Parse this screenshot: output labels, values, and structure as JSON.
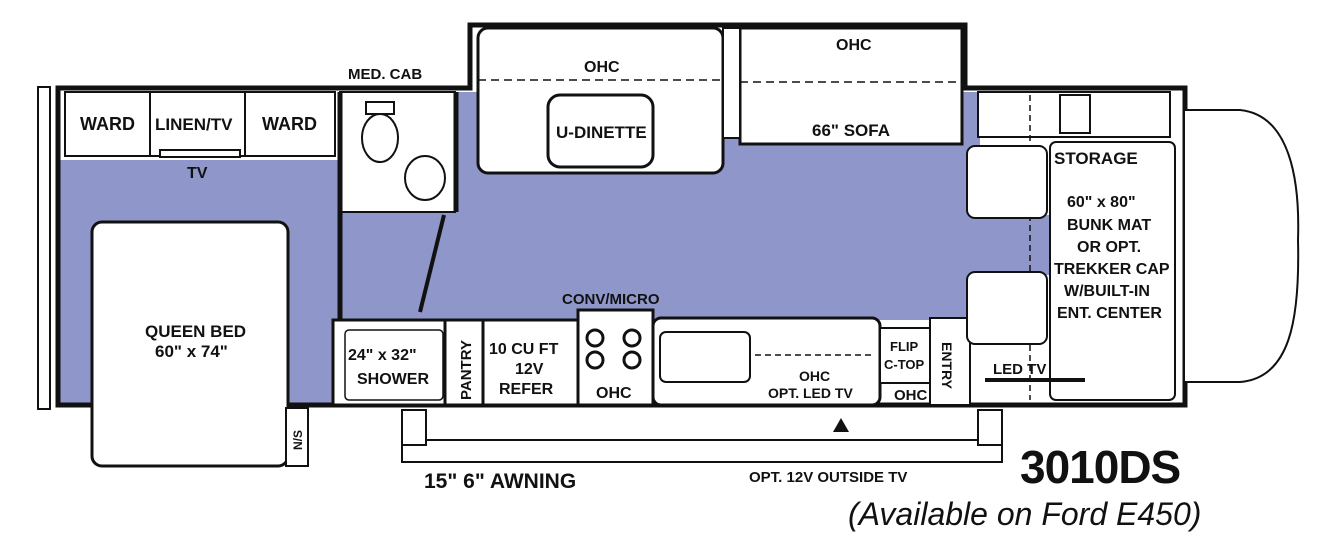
{
  "colors": {
    "floor": "#8f96c9",
    "wall": "#111111",
    "fixture": "#ffffff"
  },
  "labels": {
    "med_cab": "MED. CAB",
    "ward_left": "WARD",
    "linen_tv": "LINEN/TV",
    "ward_right": "WARD",
    "tv": "TV",
    "queen_bed_line1": "QUEEN BED",
    "queen_bed_line2": "60\" x 74\"",
    "ns": "N/S",
    "shower_line1": "24\" x 32\"",
    "shower_line2": "SHOWER",
    "pantry": "PANTRY",
    "refer_line1": "10 CU FT",
    "refer_line2": "12V",
    "refer_line3": "REFER",
    "conv_micro": "CONV/MICRO",
    "ohc_stove": "OHC",
    "ohc_dinette": "OHC",
    "u_dinette": "U-DINETTE",
    "ohc_sofa": "OHC",
    "sofa": "66\" SOFA",
    "storage": "STORAGE",
    "bunk_line1": "60\" x 80\"",
    "bunk_line2": "BUNK MAT",
    "bunk_line3": "OR OPT.",
    "bunk_line4": "TREKKER CAP",
    "bunk_line5": "W/BUILT-IN",
    "bunk_line6": "ENT. CENTER",
    "ohc_led_line1": "OHC",
    "ohc_led_line2": "OPT. LED TV",
    "flip_line1": "FLIP",
    "flip_line2": "C-TOP",
    "ohc_entry": "OHC",
    "entry": "ENTRY",
    "led_tv": "LED TV",
    "awning": "15\" 6\" AWNING",
    "outside_tv": "OPT. 12V OUTSIDE TV"
  },
  "model": "3010DS",
  "availability": "(Available on Ford E450)"
}
